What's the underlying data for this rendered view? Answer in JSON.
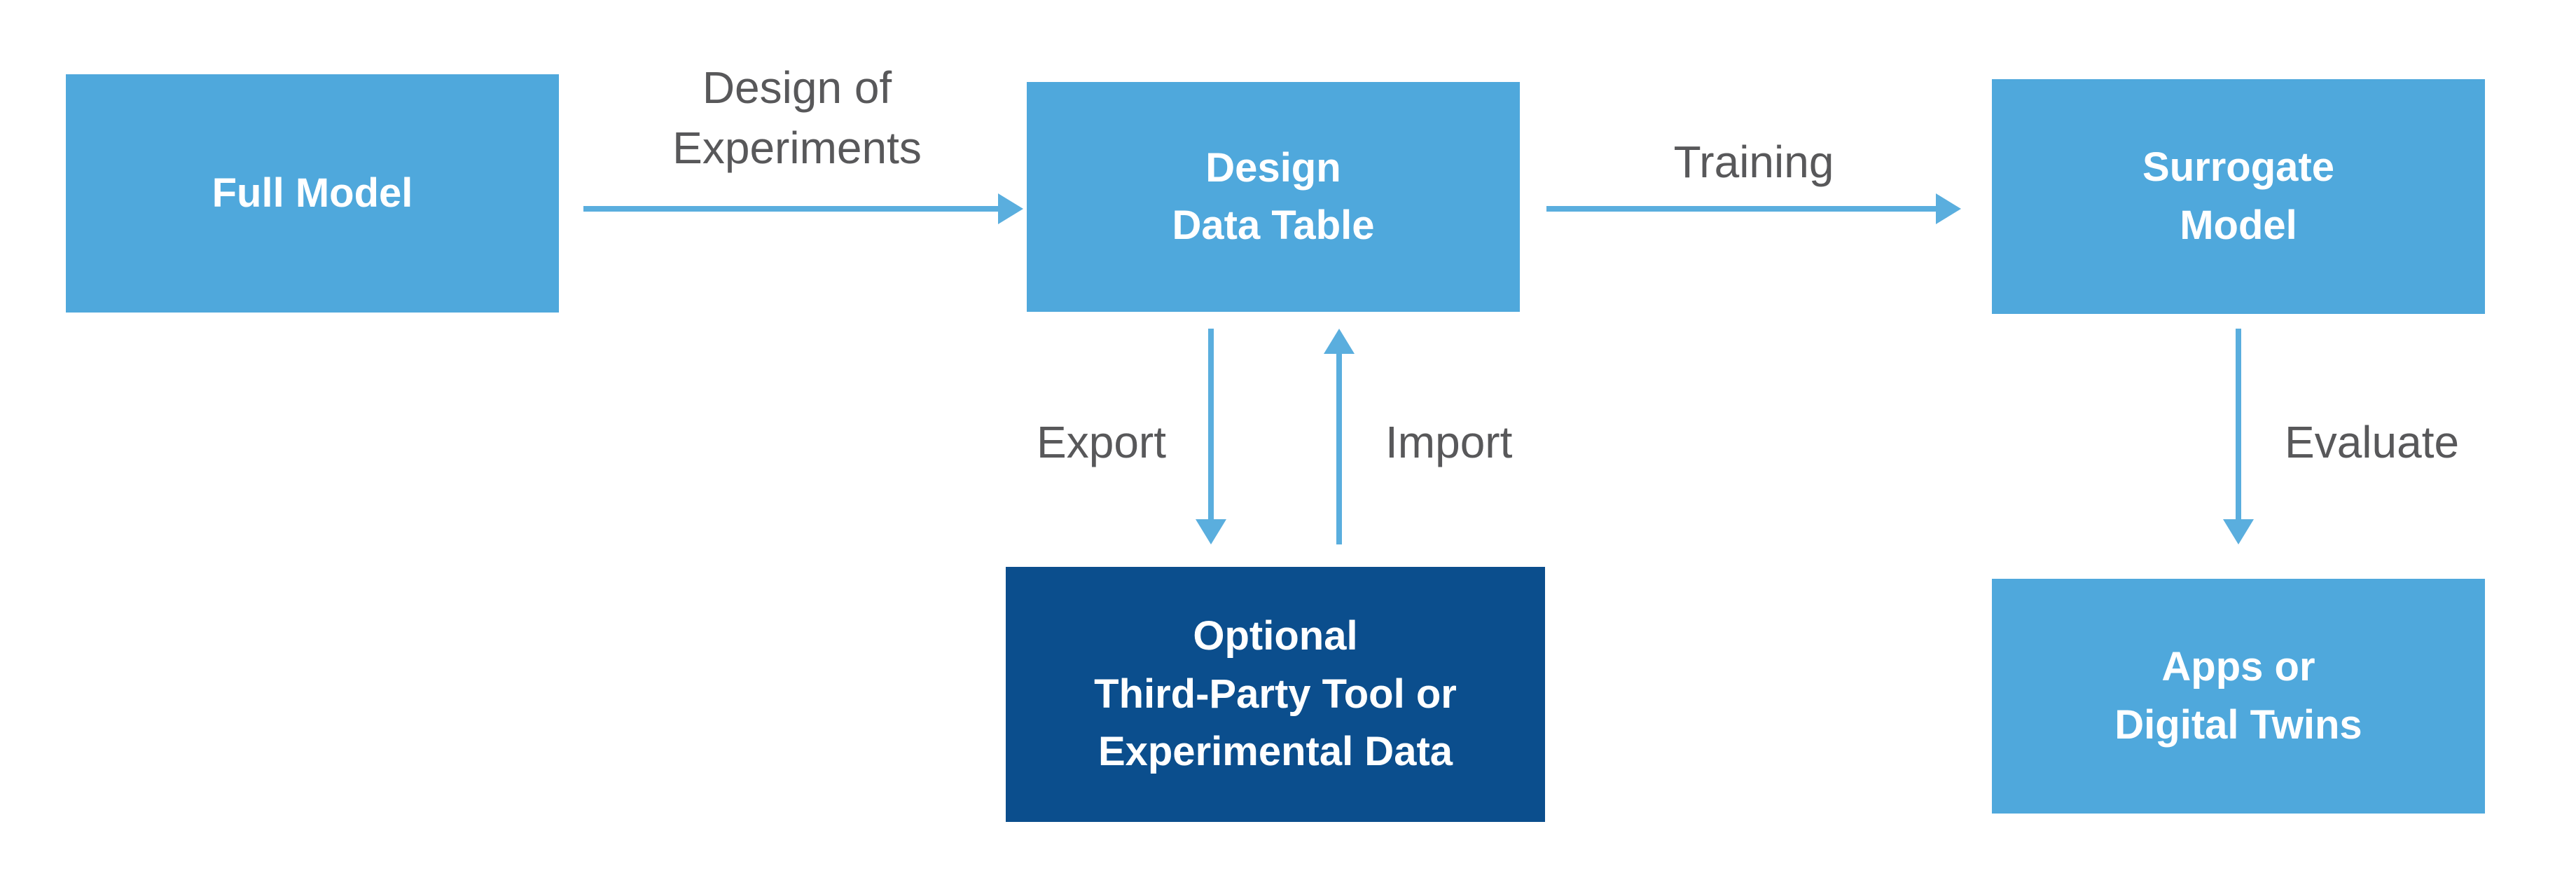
{
  "diagram": {
    "nodes": {
      "full_model": {
        "label": "Full Model"
      },
      "design_data_table": {
        "label": "Design\nData Table"
      },
      "surrogate_model": {
        "label": "Surrogate\nModel"
      },
      "optional_tool": {
        "label": "Optional\nThird-Party Tool or\nExperimental Data"
      },
      "apps_or_digital_twins": {
        "label": "Apps or\nDigital Twins"
      }
    },
    "edges": {
      "design_of_experiments": {
        "label": "Design of\nExperiments",
        "from": "full_model",
        "to": "design_data_table",
        "direction": "right"
      },
      "training": {
        "label": "Training",
        "from": "design_data_table",
        "to": "surrogate_model",
        "direction": "right"
      },
      "export": {
        "label": "Export",
        "from": "design_data_table",
        "to": "optional_tool",
        "direction": "down"
      },
      "import": {
        "label": "Import",
        "from": "optional_tool",
        "to": "design_data_table",
        "direction": "up"
      },
      "evaluate": {
        "label": "Evaluate",
        "from": "surrogate_model",
        "to": "apps_or_digital_twins",
        "direction": "down"
      }
    },
    "colors": {
      "light_blue": "#4FA8DC",
      "dark_blue": "#0B4E8D",
      "arrow": "#5AAEDE",
      "label_text": "#58585A",
      "box_text": "#FFFFFF",
      "bg": "#FFFFFF"
    }
  }
}
